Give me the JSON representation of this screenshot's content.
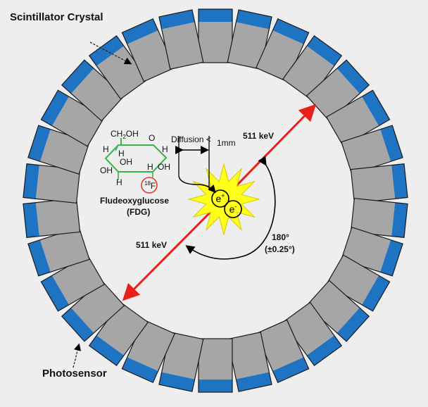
{
  "labels": {
    "scintillator": "Scintillator Crystal",
    "photosensor": "Photosensor",
    "fdg_name": "Fludeoxyglucose",
    "fdg_abbr": "(FDG)",
    "diffusion_prefix": "Diffusion",
    "diffusion_sign": "<",
    "diffusion_value": "1mm",
    "energy_top": "511 keV",
    "energy_bottom": "511 keV",
    "angle": "180°",
    "angle_tolerance": "(±0.25°)"
  },
  "molecule": {
    "ch2oh_prefix": "CH",
    "ch2oh_sub": "2",
    "ch2oh_suffix": "OH",
    "ring_o": "O",
    "h_labels": [
      "H",
      "H",
      "H",
      "H",
      "H"
    ],
    "oh_labels": [
      "OH",
      "OH",
      "OH"
    ],
    "fluorine_mass": "18",
    "fluorine_symbol": "F"
  },
  "particles": {
    "positron": "e",
    "positron_charge": "+",
    "electron": "e",
    "electron_charge": "-"
  },
  "ring": {
    "detector_count": 30
  },
  "colors": {
    "background": "#eeeeee",
    "crystal": "#a6a6a6",
    "photosensor": "#1f73c3",
    "gamma_ray": "#e8201c",
    "flash": "#ffff1a",
    "molecule": "#36b54a",
    "fluorine_circle": "#e33a2e"
  }
}
